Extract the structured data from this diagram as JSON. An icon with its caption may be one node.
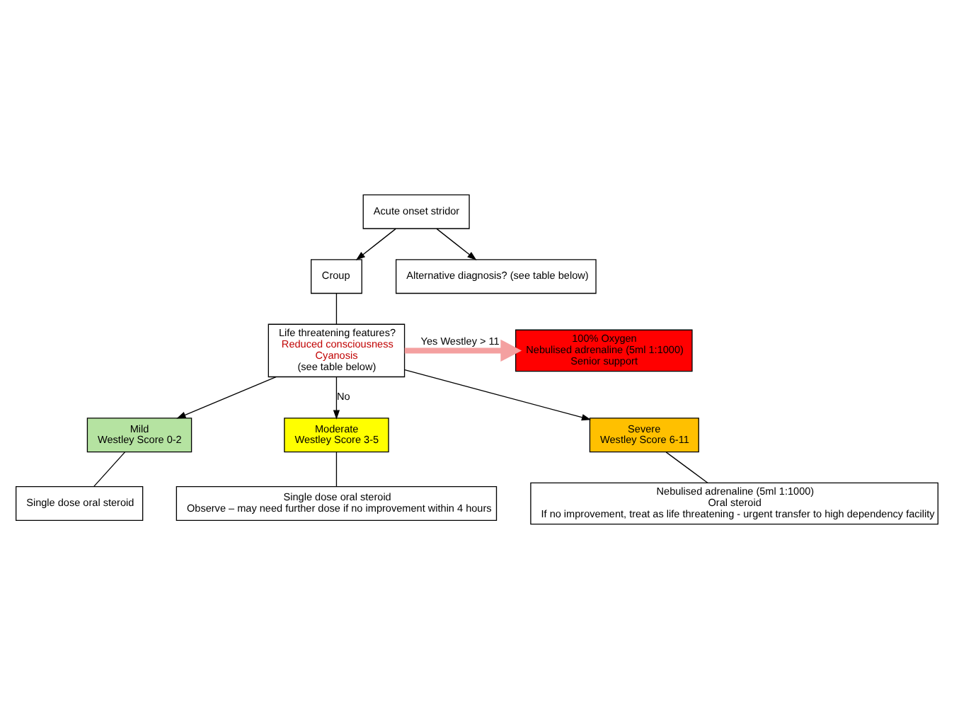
{
  "diagram": {
    "nodes": [
      {
        "text": [
          "Acute onset stridor"
        ]
      },
      {
        "text": [
          "Croup"
        ]
      },
      {
        "text": [
          "Alternative diagnosis? (see table below)"
        ]
      },
      {
        "text": [
          "Life threatening features?",
          "Reduced consciousness",
          "Cyanosis",
          "(see table below)"
        ]
      },
      {
        "text": [
          "100% Oxygen",
          "Nebulised adrenaline (5ml 1:1000)",
          "Senior support"
        ]
      },
      {
        "text": [
          "Mild",
          "Westley Score 0-2"
        ]
      },
      {
        "text": [
          "Moderate",
          "Westley Score 3-5"
        ]
      },
      {
        "text": [
          "Severe",
          "Westley Score 6-11"
        ]
      },
      {
        "text": [
          "Single dose oral steroid"
        ]
      },
      {
        "text": [
          "Single dose oral steroid",
          "Observe – may need further dose if no improvement within 4 hours"
        ]
      },
      {
        "text": [
          "Nebulised adrenaline (5ml 1:1000)",
          "Oral steroid",
          "If no improvement, treat as life threatening - urgent transfer to high dependency facility"
        ]
      }
    ],
    "edges": [
      {
        "from": 0,
        "to": 1,
        "arrow": "to"
      },
      {
        "from": 0,
        "to": 2,
        "arrow": "to"
      },
      {
        "from": 1,
        "to": 3,
        "arrow": "none"
      },
      {
        "from": 3,
        "to": 4,
        "arrow": "to",
        "label": "Yes Westley > 11",
        "style": "thick",
        "color": "#f4a0a0"
      },
      {
        "from": 3,
        "to": 5,
        "arrow": "to"
      },
      {
        "from": 3,
        "to": 6,
        "arrow": "to",
        "label": "No"
      },
      {
        "from": 3,
        "to": 7,
        "arrow": "to"
      },
      {
        "from": 5,
        "to": 8,
        "arrow": "none"
      },
      {
        "from": 6,
        "to": 9,
        "arrow": "none"
      },
      {
        "from": 7,
        "to": 10,
        "arrow": "none"
      }
    ]
  }
}
